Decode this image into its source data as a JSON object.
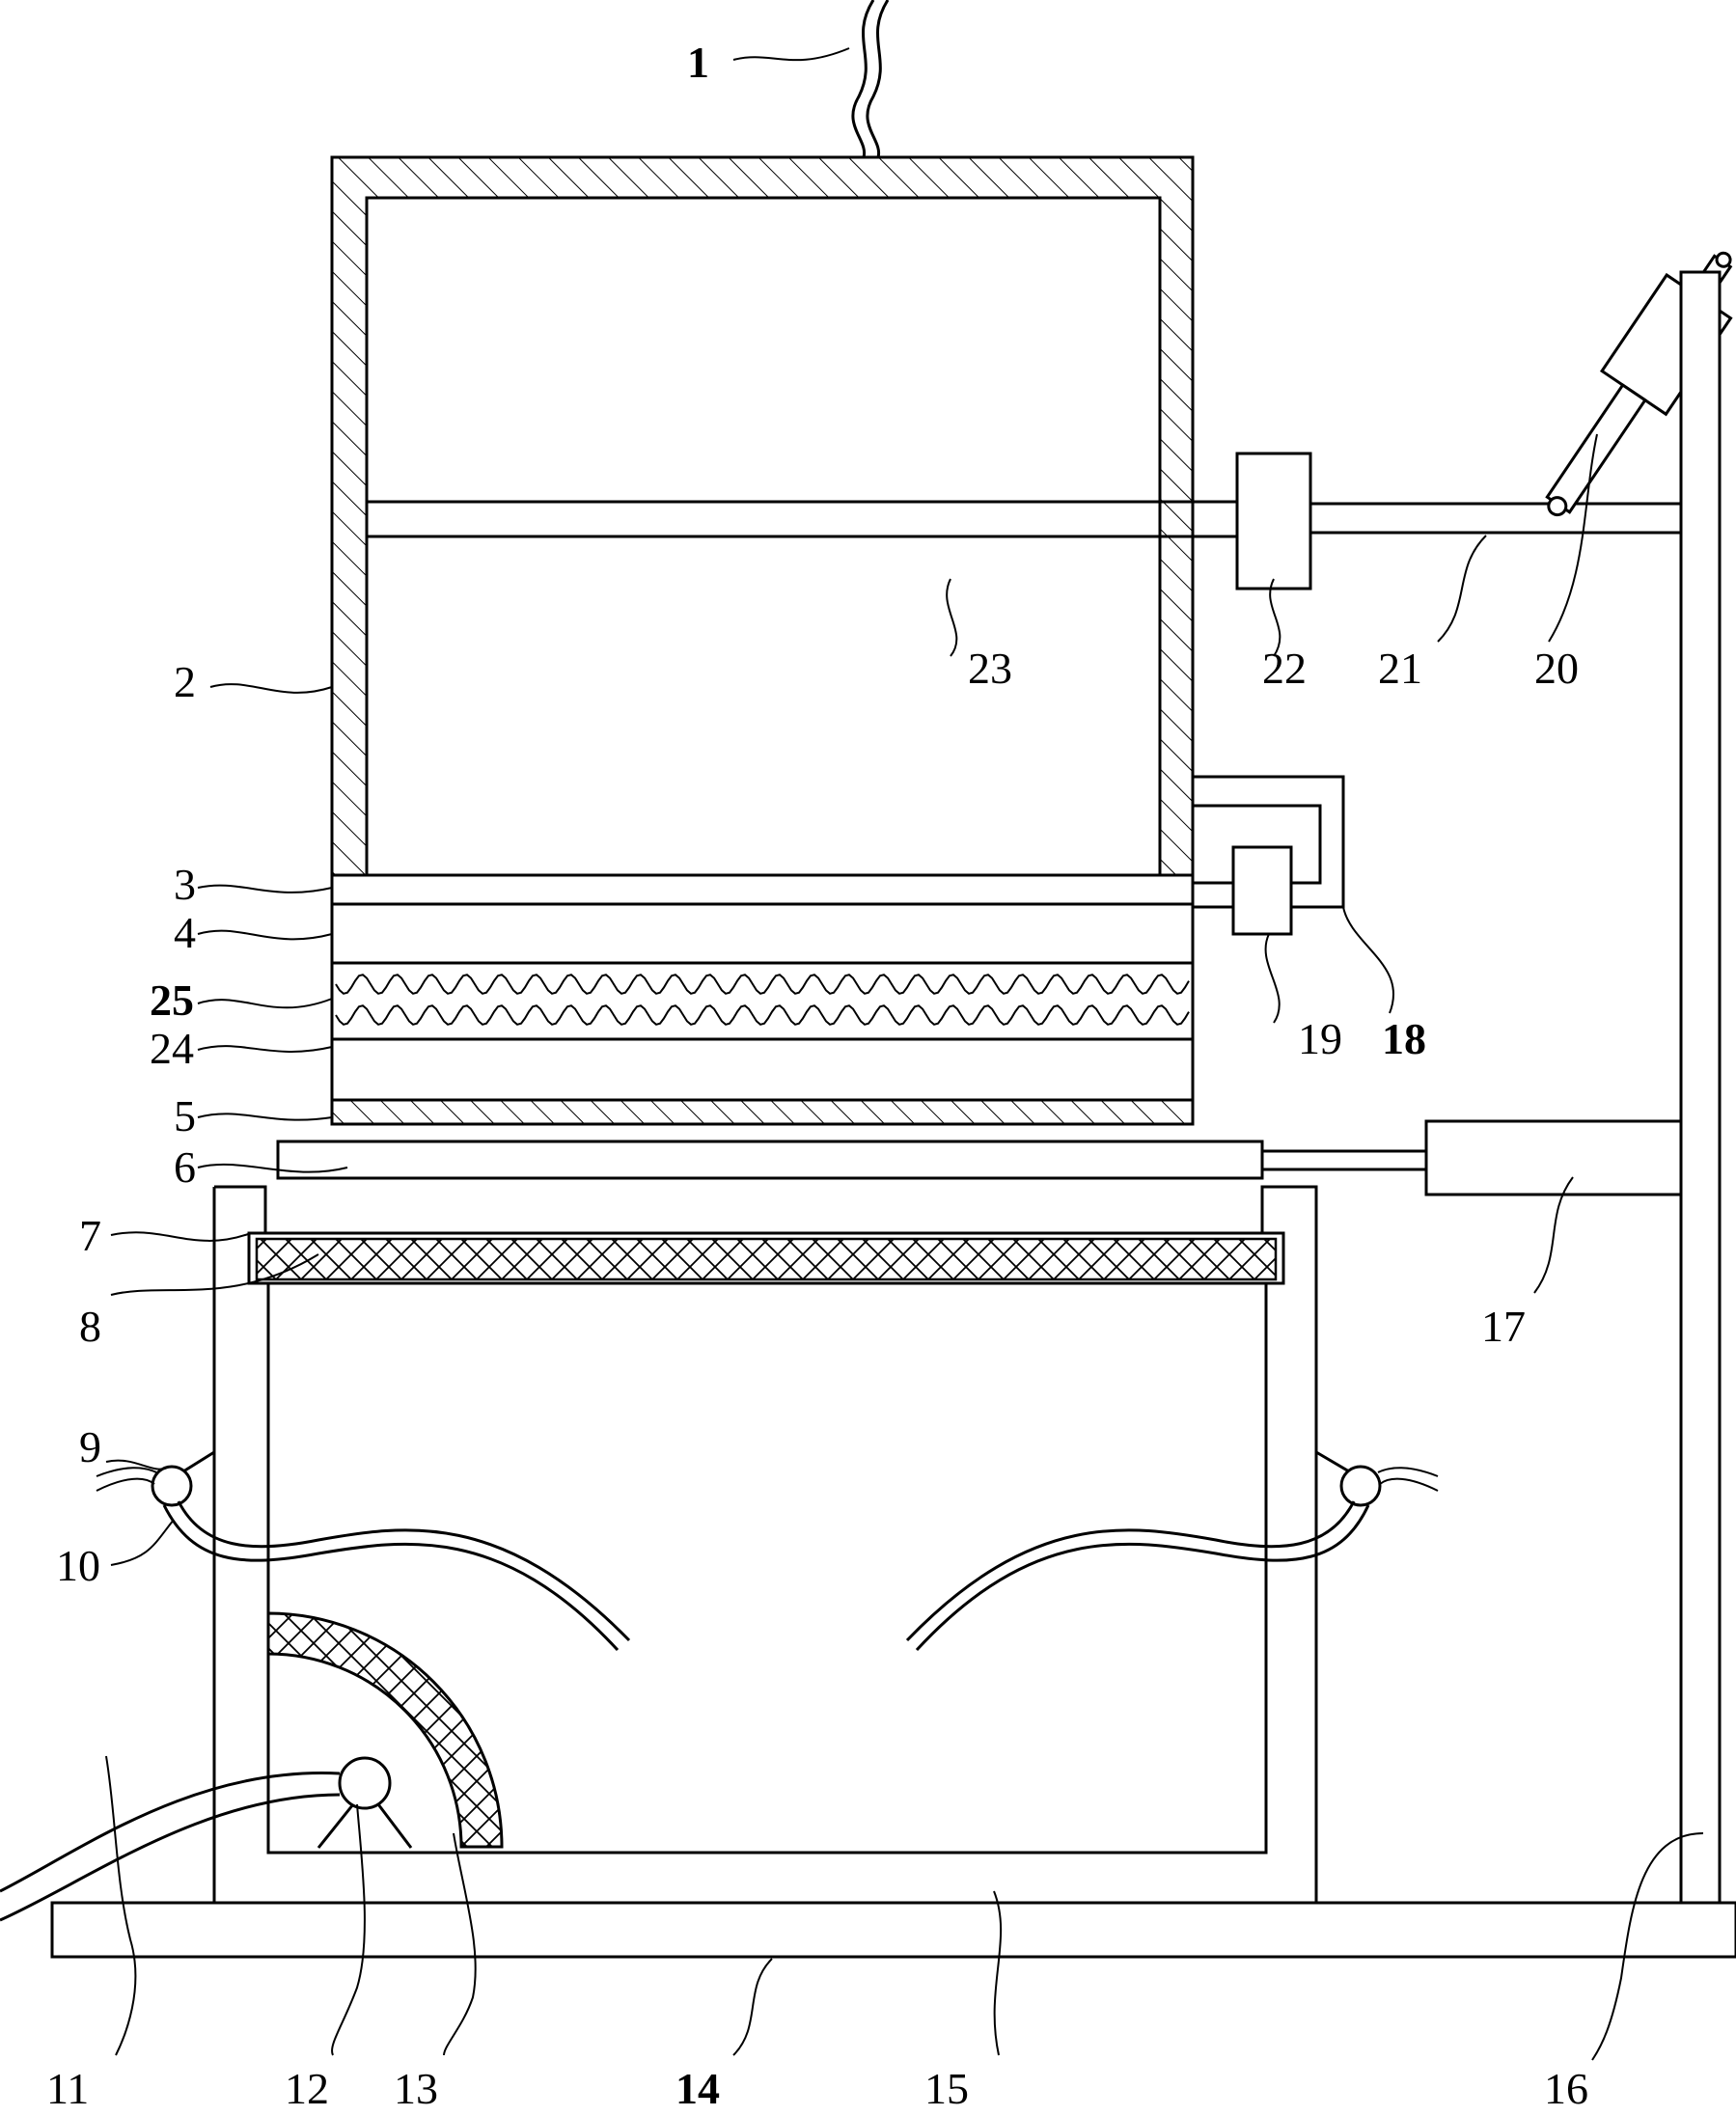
{
  "diagram": {
    "labels": [
      {
        "id": "1",
        "text": "1",
        "bold": true
      },
      {
        "id": "2",
        "text": "2",
        "bold": false
      },
      {
        "id": "3",
        "text": "3",
        "bold": false
      },
      {
        "id": "4",
        "text": "4",
        "bold": false
      },
      {
        "id": "25",
        "text": "25",
        "bold": true
      },
      {
        "id": "24",
        "text": "24",
        "bold": false
      },
      {
        "id": "5",
        "text": "5",
        "bold": false
      },
      {
        "id": "6",
        "text": "6",
        "bold": false
      },
      {
        "id": "7",
        "text": "7",
        "bold": false
      },
      {
        "id": "8",
        "text": "8",
        "bold": false
      },
      {
        "id": "9",
        "text": "9",
        "bold": false
      },
      {
        "id": "10",
        "text": "10",
        "bold": false
      },
      {
        "id": "11",
        "text": "11",
        "bold": false
      },
      {
        "id": "12",
        "text": "12",
        "bold": false
      },
      {
        "id": "13",
        "text": "13",
        "bold": false
      },
      {
        "id": "14",
        "text": "14",
        "bold": true
      },
      {
        "id": "15",
        "text": "15",
        "bold": false
      },
      {
        "id": "16",
        "text": "16",
        "bold": false
      },
      {
        "id": "17",
        "text": "17",
        "bold": false
      },
      {
        "id": "18",
        "text": "18",
        "bold": true
      },
      {
        "id": "19",
        "text": "19",
        "bold": false
      },
      {
        "id": "20",
        "text": "20",
        "bold": false
      },
      {
        "id": "21",
        "text": "21",
        "bold": false
      },
      {
        "id": "22",
        "text": "22",
        "bold": false
      },
      {
        "id": "23",
        "text": "23",
        "bold": false
      }
    ]
  }
}
